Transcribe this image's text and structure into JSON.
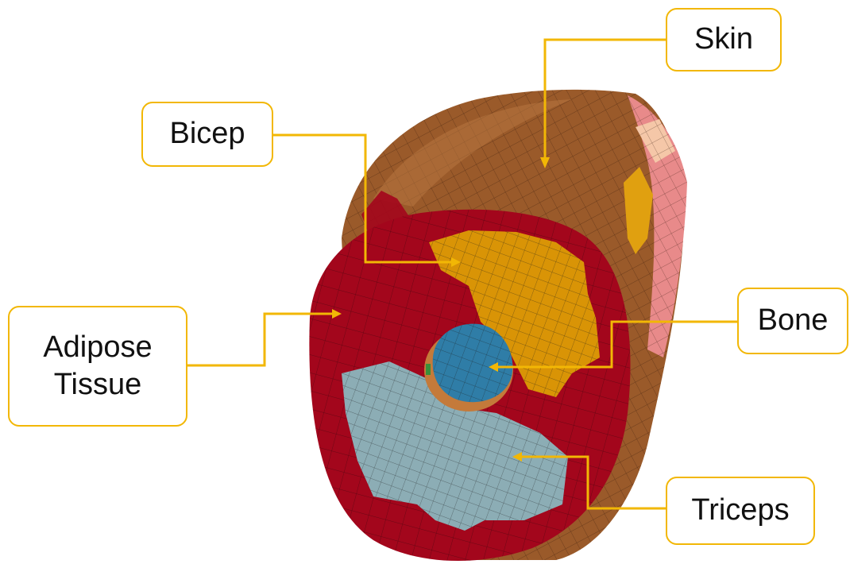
{
  "labels": {
    "skin": "Skin",
    "bicep": "Bicep",
    "adipose": "Adipose\nTissue",
    "bone": "Bone",
    "triceps": "Triceps"
  },
  "colors": {
    "skin": "#9a5a2a",
    "adipose": "#a3061c",
    "bicep": "#d99406",
    "bone": "#2f7da7",
    "triceps": "#8cadb5",
    "mesh": "#2a1208",
    "leader": "#f2b705"
  }
}
